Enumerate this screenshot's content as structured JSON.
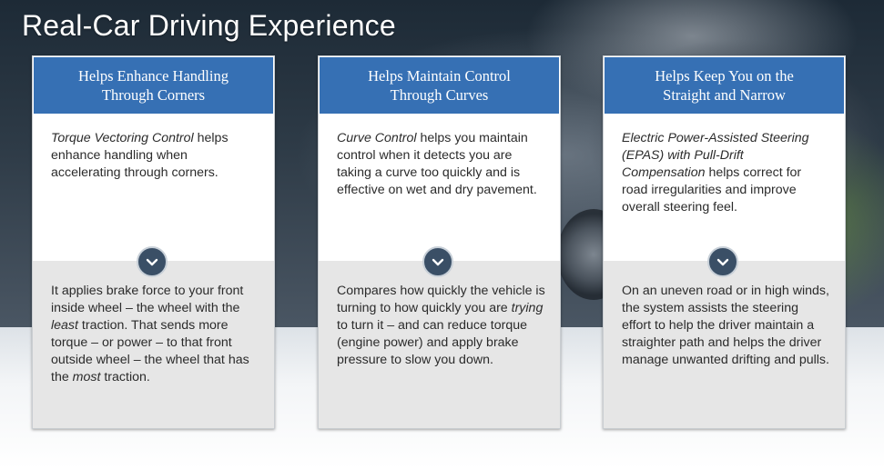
{
  "page": {
    "title": "Real-Car Driving Experience"
  },
  "cards": [
    {
      "title_line1": "Helps Enhance Handling",
      "title_line2": "Through Corners",
      "top": {
        "em": "Torque Vectoring Control",
        "rest": " helps enhance handling when accelerating through corners."
      },
      "bottom": {
        "p1": "It applies brake force to your front inside wheel – the wheel with the ",
        "em1": "least",
        "p2": " traction. That sends more torque – or power – to that front outside wheel – the wheel that has the ",
        "em2": "most",
        "p3": " traction."
      },
      "expand_icon": "chevron-down-icon"
    },
    {
      "title_line1": "Helps Maintain Control",
      "title_line2": "Through Curves",
      "top": {
        "em": "Curve Control",
        "rest": " helps you maintain control when it detects you are taking a curve too quickly and is effective on wet and dry pavement."
      },
      "bottom": {
        "p1": "Compares how quickly the vehicle is turning to how quickly you are ",
        "em1": "trying",
        "p2": " to turn it – and can reduce torque (engine power) and apply brake pressure to slow you down."
      },
      "expand_icon": "chevron-down-icon"
    },
    {
      "title_line1": "Helps Keep You on the",
      "title_line2": "Straight and Narrow",
      "top": {
        "em": "Electric Power-Assisted Steering (EPAS) with Pull-Drift Compensation",
        "rest": " helps correct for road irregularities and improve overall steering feel."
      },
      "bottom": {
        "p1": "On an uneven road or in high winds, the system assists the steering effort to help the driver maintain a straighter path and helps the driver manage unwanted drifting and pulls."
      },
      "expand_icon": "chevron-down-icon"
    }
  ],
  "colors": {
    "header_blue": "#3670b4",
    "bottom_gray": "#e6e6e6",
    "button_navy": "#3a4f66"
  }
}
